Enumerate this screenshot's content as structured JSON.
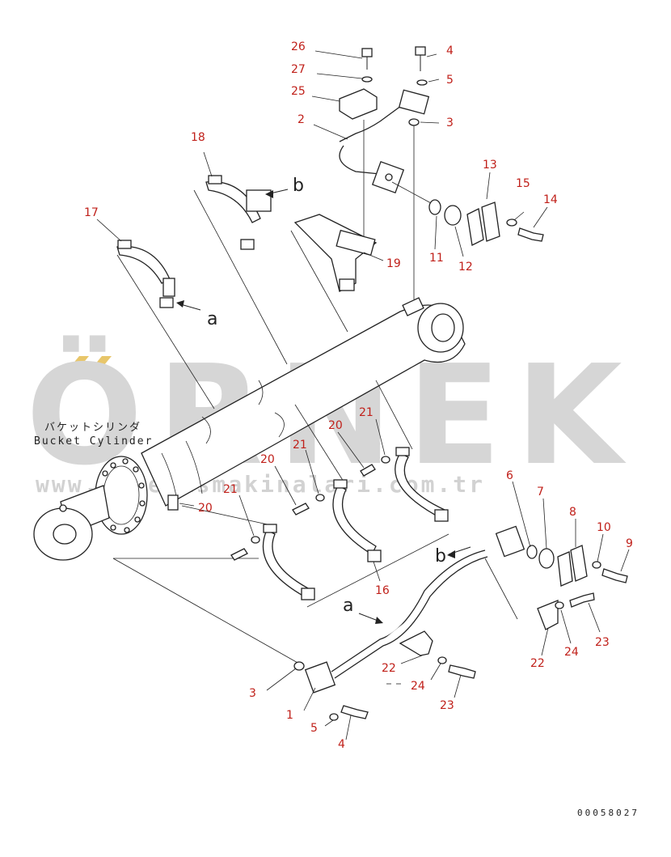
{
  "watermark": {
    "brand": "ÖRNEK",
    "url": "www.ornekismakinalari.com.tr",
    "accent_color": "#e8c66a"
  },
  "title": {
    "japanese": "バケットシリンダ",
    "english": "Bucket Cylinder"
  },
  "drawing_code": "00058027",
  "reference_letters": [
    "a",
    "b",
    "b",
    "a"
  ],
  "callouts": [
    "26",
    "4",
    "27",
    "5",
    "25",
    "2",
    "3",
    "18",
    "13",
    "15",
    "14",
    "17",
    "11",
    "12",
    "19",
    "21",
    "20",
    "21",
    "20",
    "6",
    "7",
    "8",
    "10",
    "9",
    "20",
    "21",
    "16",
    "22",
    "24",
    "23",
    "22",
    "24",
    "23",
    "3",
    "1",
    "5",
    "4"
  ],
  "colors": {
    "callout": "#c0201a",
    "line": "#222222",
    "watermark": "#d6d6d6"
  }
}
